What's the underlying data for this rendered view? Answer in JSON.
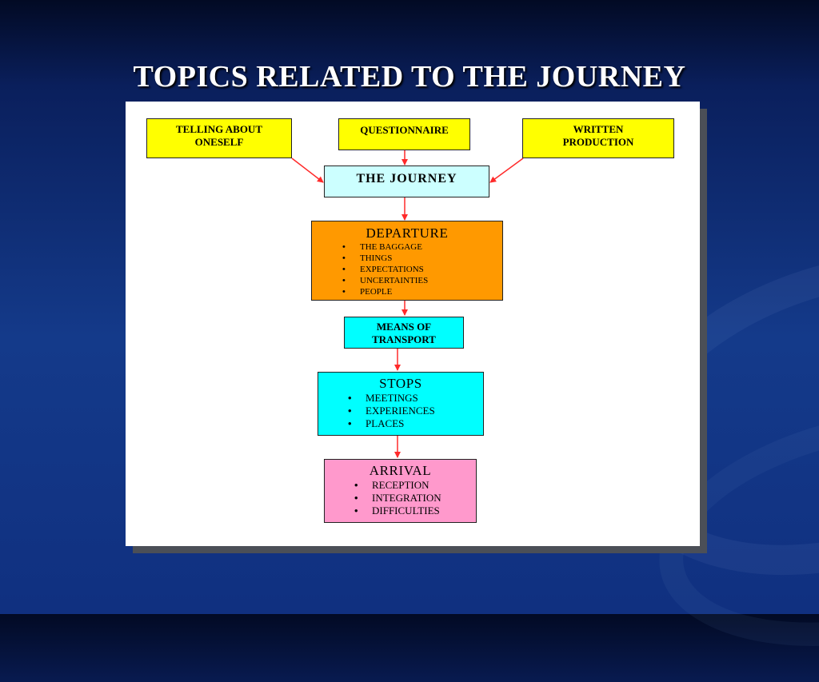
{
  "slide": {
    "title": "TOPICS RELATED TO THE JOURNEY"
  },
  "diagram": {
    "inputs": {
      "telling": "TELLING ABOUT ONESELF",
      "questionnaire": "QUESTIONNAIRE",
      "written": "WRITTEN PRODUCTION"
    },
    "journey": "THE JOURNEY",
    "departure": {
      "heading": "DEPARTURE",
      "items": [
        "THE BAGGAGE",
        "THINGS",
        "EXPECTATIONS",
        "UNCERTAINTIES",
        "PEOPLE"
      ]
    },
    "transport": "MEANS OF TRANSPORT",
    "stops": {
      "heading": "STOPS",
      "items": [
        "MEETINGS",
        "EXPERIENCES",
        "PLACES"
      ]
    },
    "arrival": {
      "heading": "ARRIVAL",
      "items": [
        "RECEPTION",
        "INTEGRATION",
        "DIFFICULTIES"
      ]
    },
    "colors": {
      "input_box": "#ffff00",
      "journey_box": "#ccffff",
      "departure_box": "#ff9900",
      "transport_stops_box": "#00ffff",
      "arrival_box": "#ff99cc",
      "arrow": "#ff2a2a"
    }
  }
}
